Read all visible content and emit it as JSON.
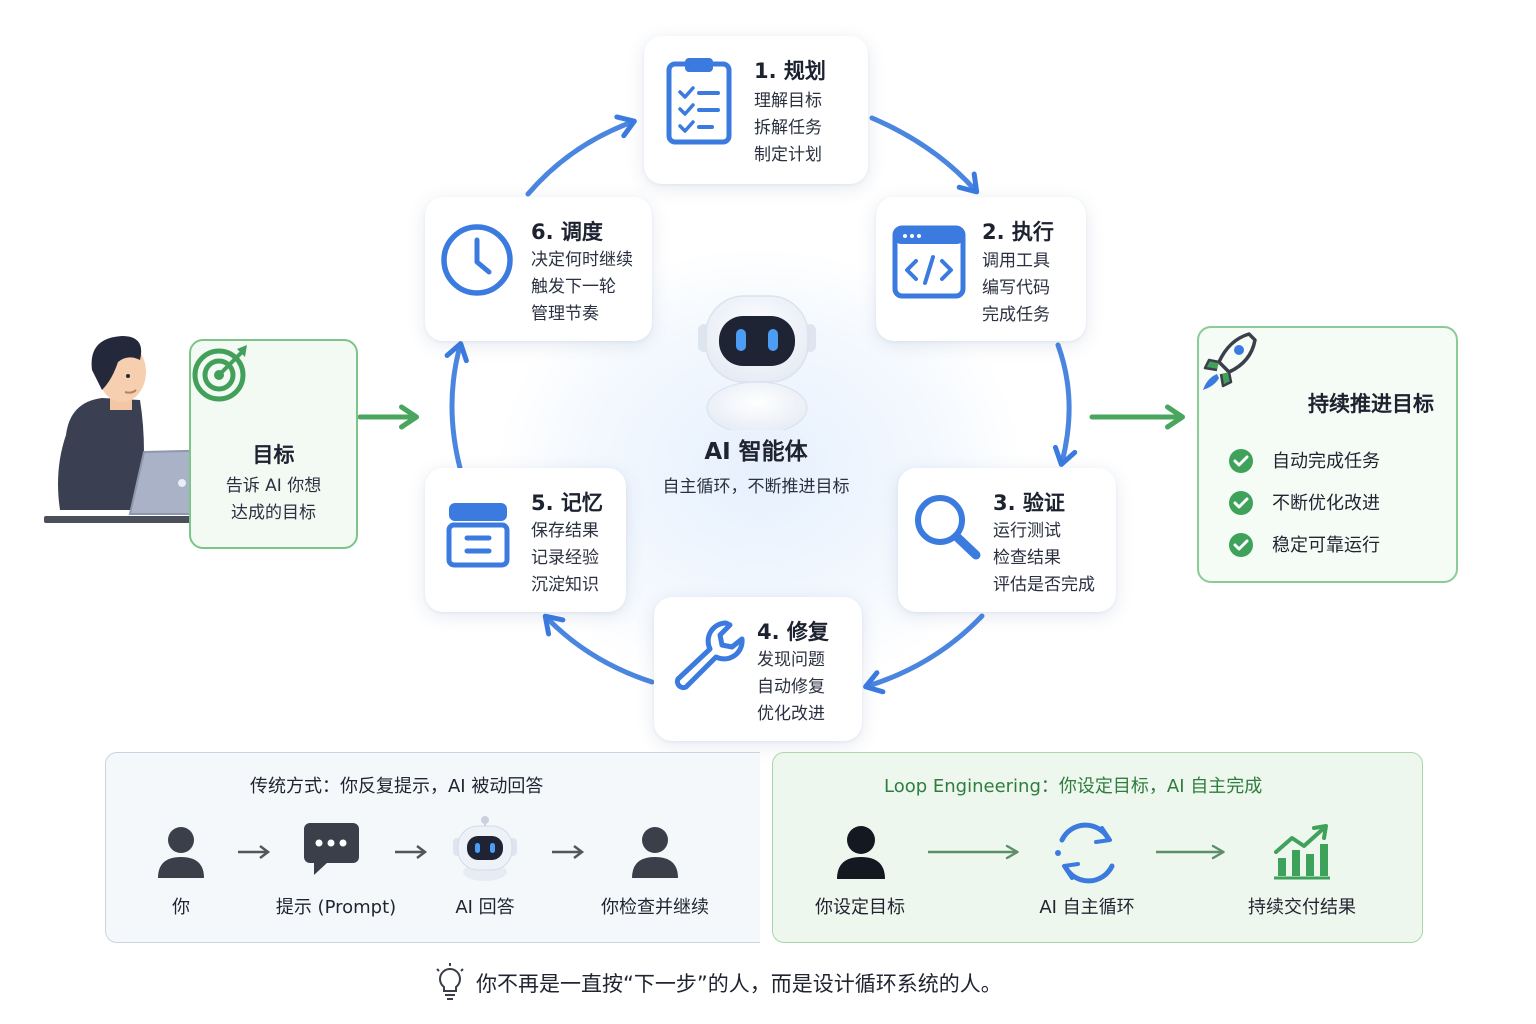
{
  "center": {
    "title": "AI 智能体",
    "subtitle": "自主循环，不断推进目标"
  },
  "goal": {
    "title": "目标",
    "lines": [
      "告诉 AI 你想",
      "达成的目标"
    ]
  },
  "steps": [
    {
      "title": "1. 规划",
      "lines": [
        "理解目标",
        "拆解任务",
        "制定计划"
      ],
      "icon": "clipboard-checklist-icon"
    },
    {
      "title": "2. 执行",
      "lines": [
        "调用工具",
        "编写代码",
        "完成任务"
      ],
      "icon": "code-window-icon"
    },
    {
      "title": "3. 验证",
      "lines": [
        "运行测试",
        "检查结果",
        "评估是否完成"
      ],
      "icon": "magnifier-icon"
    },
    {
      "title": "4. 修复",
      "lines": [
        "发现问题",
        "自动修复",
        "优化改进"
      ],
      "icon": "wrench-icon"
    },
    {
      "title": "5. 记忆",
      "lines": [
        "保存结果",
        "记录经验",
        "沉淀知识"
      ],
      "icon": "archive-box-icon"
    },
    {
      "title": "6. 调度",
      "lines": [
        "决定何时继续",
        "触发下一轮",
        "管理节奏"
      ],
      "icon": "clock-icon"
    }
  ],
  "result": {
    "title": "持续推进目标",
    "items": [
      "自动完成任务",
      "不断优化改进",
      "稳定可靠运行"
    ]
  },
  "traditional": {
    "title": "传统方式：你反复提示，AI 被动回答",
    "steps": [
      "你",
      "提示 (Prompt)",
      "AI 回答",
      "你检查并继续"
    ]
  },
  "loop": {
    "title": "Loop Engineering：你设定目标，AI 自主完成",
    "steps": [
      "你设定目标",
      "AI 自主循环",
      "持续交付结果"
    ]
  },
  "tip": "你不再是一直按“下一步”的人，而是设计循环系统的人。",
  "colors": {
    "blue": "#3b7be0",
    "green": "#43a05a",
    "dark": "#3a3f4a"
  }
}
